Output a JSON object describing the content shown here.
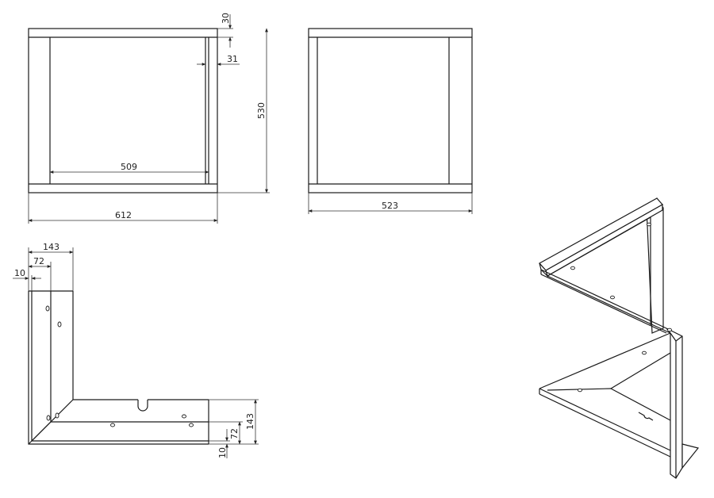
{
  "dimensions": {
    "front_top_gap": "30",
    "front_inner_offset": "31",
    "front_height": "530",
    "front_inner_width": "509",
    "front_outer_width": "612",
    "side_width": "523",
    "plan_143_top": "143",
    "plan_72_top": "72",
    "plan_10_top": "10",
    "plan_143_right": "143",
    "plan_72_right": "72",
    "plan_10_right": "10"
  },
  "colors": {
    "line": "#1a1a1a",
    "background": "#ffffff"
  }
}
